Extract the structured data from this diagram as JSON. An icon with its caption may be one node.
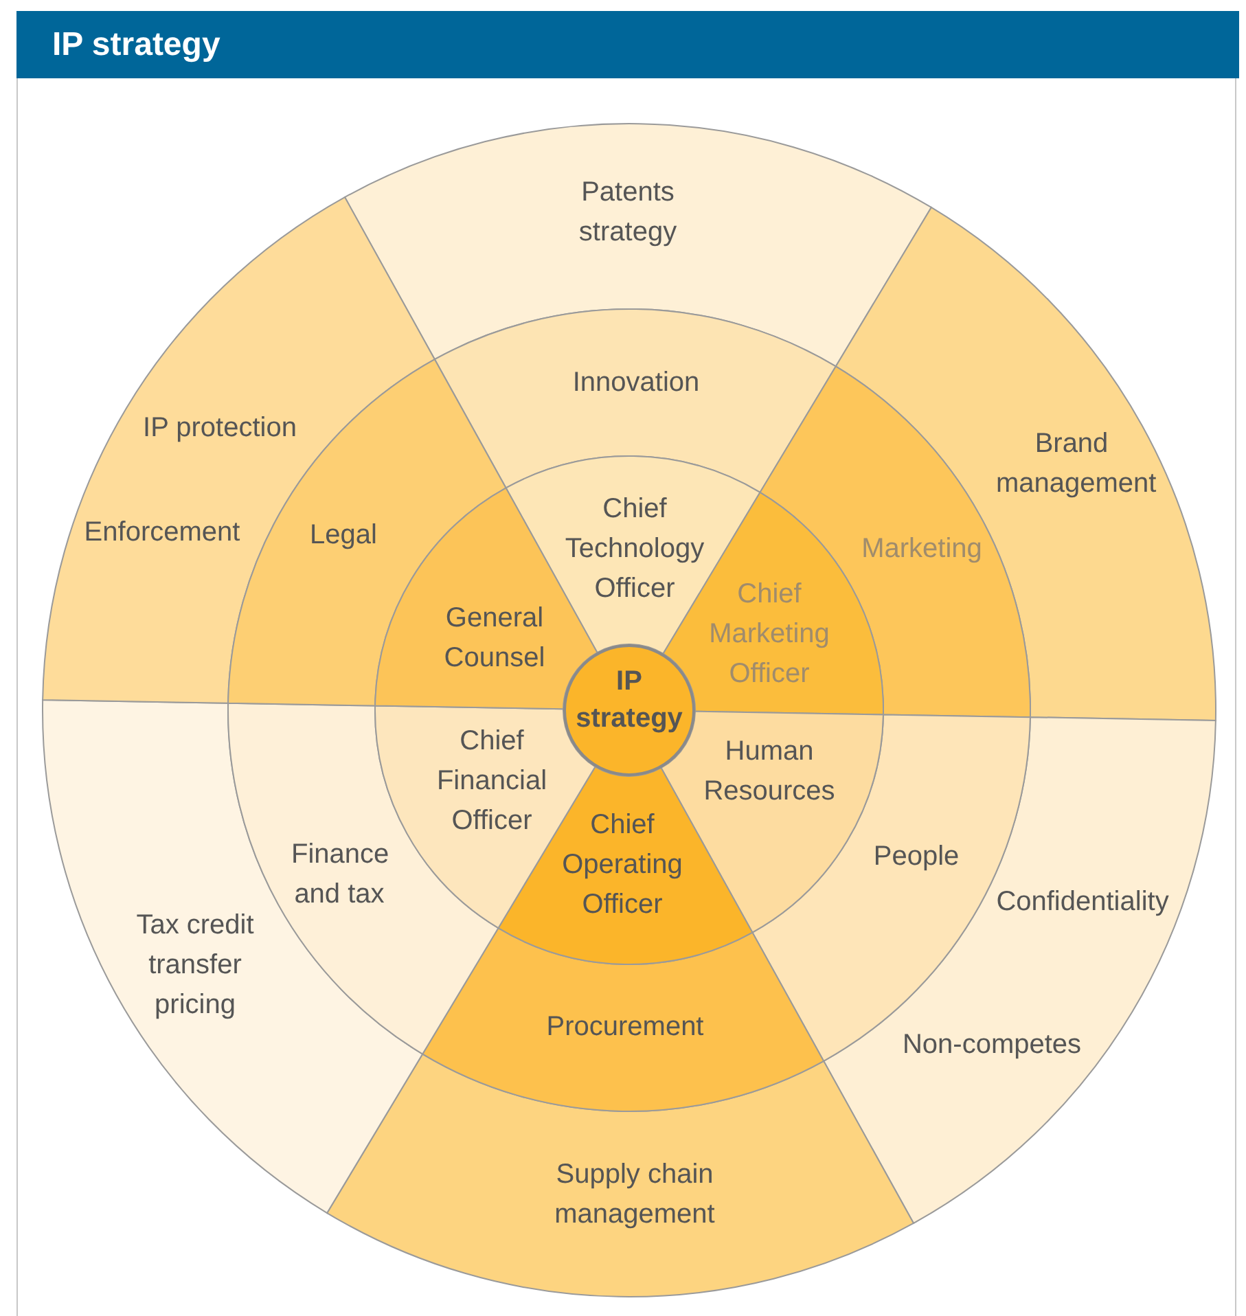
{
  "diagram": {
    "title": "IP strategy",
    "nodes": [
      {
        "text": [
          "IP strategy"
        ]
      },
      {
        "text": [
          "Chief Technology Officer"
        ]
      },
      {
        "text": [
          "Innovation"
        ]
      },
      {
        "text": [
          "Patents strategy"
        ]
      },
      {
        "text": [
          "Chief Marketing Officer"
        ]
      },
      {
        "text": [
          "Marketing"
        ]
      },
      {
        "text": [
          "Brand management"
        ]
      },
      {
        "text": [
          "Human Resources"
        ]
      },
      {
        "text": [
          "People"
        ]
      },
      {
        "text": [
          "Confidentiality",
          "Non-competes"
        ]
      },
      {
        "text": [
          "Chief Operating Officer"
        ]
      },
      {
        "text": [
          "Procurement"
        ]
      },
      {
        "text": [
          "Supply chain management"
        ]
      },
      {
        "text": [
          "Chief Financial Officer"
        ]
      },
      {
        "text": [
          "Finance and tax"
        ]
      },
      {
        "text": [
          "Tax credit transfer pricing"
        ]
      },
      {
        "text": [
          "General Counsel"
        ]
      },
      {
        "text": [
          "Legal"
        ]
      },
      {
        "text": [
          "IP protection",
          "Enforcement"
        ]
      }
    ]
  }
}
